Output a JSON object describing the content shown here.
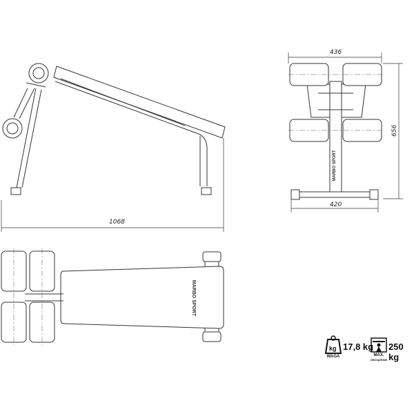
{
  "dimensions": {
    "length": "1068",
    "width_top": "436",
    "width_base": "420",
    "height": "656"
  },
  "logo": "MARBO SPORT",
  "specs": {
    "weight_icon_label": "kg",
    "weight_value": "17,8 kg",
    "weight_caption": "WAGA",
    "max_load_value": "250 kg",
    "max_load_caption": "MAX.",
    "max_load_subcaption": "OBCIĄŻENIE"
  }
}
